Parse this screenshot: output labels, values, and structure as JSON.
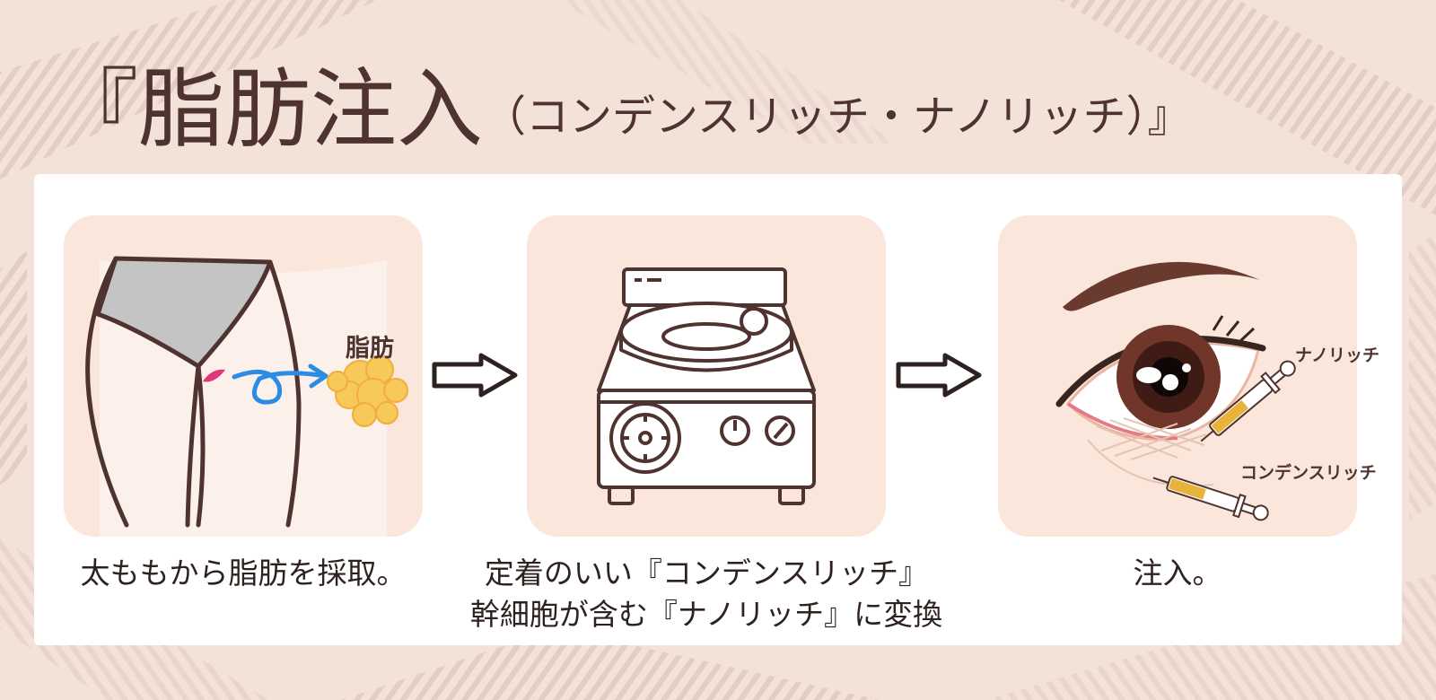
{
  "title": {
    "main": "『脂肪注入",
    "sub": "（コンデンスリッチ・ナノリッチ）』"
  },
  "steps": [
    {
      "caption_lines": [
        "太ももから脂肪を採取。"
      ],
      "label": "脂肪"
    },
    {
      "caption_lines": [
        "定着のいい『コンデンスリッチ』",
        "幹細胞が含む『ナノリッチ』に変換"
      ]
    },
    {
      "caption_lines": [
        "注入。"
      ],
      "labels": [
        "ナノリッチ",
        "コンデンスリッチ"
      ]
    }
  ],
  "colors": {
    "background": "#f3e2d8",
    "panel": "#fae6db",
    "outline": "#4f3330",
    "accent_blue": "#2b8ce6",
    "accent_pink": "#e4347a",
    "fat_yellow": "#f7c95a"
  },
  "icons": [
    "thigh-illustration",
    "centrifuge-illustration",
    "eye-illustration",
    "arrow-right-icon",
    "syringe-icon"
  ]
}
